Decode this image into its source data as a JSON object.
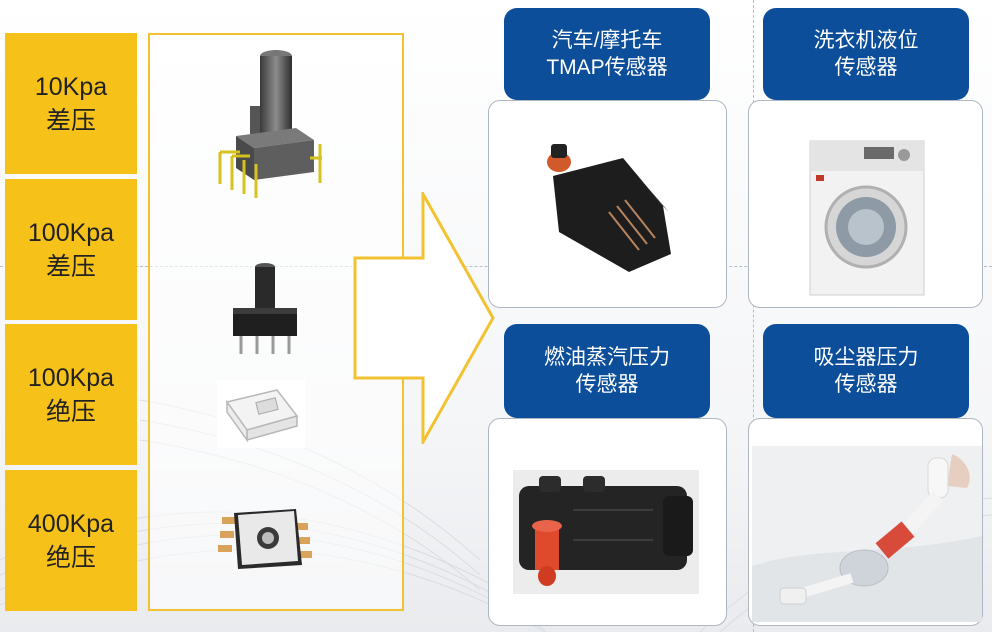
{
  "pressure_labels": [
    {
      "value": "10Kpa",
      "type": "差压"
    },
    {
      "value": "100Kpa",
      "type": "差压"
    },
    {
      "value": "100Kpa",
      "type": "绝压"
    },
    {
      "value": "400Kpa",
      "type": "绝压"
    }
  ],
  "applications": [
    {
      "line1": "汽车/摩托车",
      "line2": "TMAP传感器",
      "image_icon": "tmap-sensor-photo"
    },
    {
      "line1": "洗衣机液位",
      "line2": "传感器",
      "image_icon": "washing-machine-photo"
    },
    {
      "line1": "燃油蒸汽压力",
      "line2": "传感器",
      "image_icon": "fuel-vapor-sensor-photo"
    },
    {
      "line1": "吸尘器压力",
      "line2": "传感器",
      "image_icon": "vacuum-cleaner-photo"
    }
  ],
  "colors": {
    "label_yellow": "#f6c21a",
    "tab_blue": "#0c4e99",
    "panel_border": "#f2c230"
  }
}
